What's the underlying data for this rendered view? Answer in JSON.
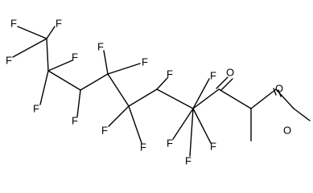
{
  "structure": {
    "atoms": [
      {
        "id": "f1",
        "symbol": "F"
      },
      {
        "id": "f2",
        "symbol": "F"
      },
      {
        "id": "f3",
        "symbol": "F"
      },
      {
        "id": "f4",
        "symbol": "F"
      },
      {
        "id": "f5",
        "symbol": "F"
      },
      {
        "id": "f6",
        "symbol": "F"
      },
      {
        "id": "f7",
        "symbol": "F"
      },
      {
        "id": "f8",
        "symbol": "F"
      },
      {
        "id": "f9",
        "symbol": "F"
      },
      {
        "id": "f10",
        "symbol": "F"
      },
      {
        "id": "f11",
        "symbol": "F"
      },
      {
        "id": "f12",
        "symbol": "F"
      },
      {
        "id": "f13",
        "symbol": "F"
      },
      {
        "id": "f14",
        "symbol": "F"
      },
      {
        "id": "f15",
        "symbol": "F"
      },
      {
        "id": "o1",
        "symbol": "O"
      },
      {
        "id": "o2",
        "symbol": "O"
      },
      {
        "id": "o3",
        "symbol": "O"
      }
    ]
  }
}
